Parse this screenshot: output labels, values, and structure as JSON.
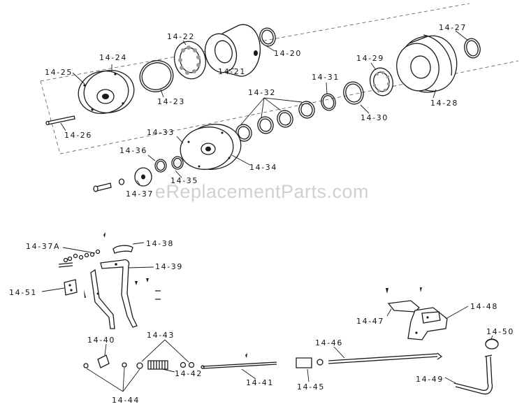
{
  "watermark": "eReplacementParts.com",
  "labels": [
    {
      "id": "14-20",
      "text": "14-20"
    },
    {
      "id": "14-21",
      "text": "14-21"
    },
    {
      "id": "14-22",
      "text": "14-22"
    },
    {
      "id": "14-23",
      "text": "14-23"
    },
    {
      "id": "14-24",
      "text": "14-24"
    },
    {
      "id": "14-25",
      "text": "14-25"
    },
    {
      "id": "14-26",
      "text": "14-26"
    },
    {
      "id": "14-27",
      "text": "14-27"
    },
    {
      "id": "14-28",
      "text": "14-28"
    },
    {
      "id": "14-29",
      "text": "14-29"
    },
    {
      "id": "14-30",
      "text": "14-30"
    },
    {
      "id": "14-31",
      "text": "14-31"
    },
    {
      "id": "14-32",
      "text": "14-32"
    },
    {
      "id": "14-33",
      "text": "14-33"
    },
    {
      "id": "14-34",
      "text": "14-34"
    },
    {
      "id": "14-35",
      "text": "14-35"
    },
    {
      "id": "14-36",
      "text": "14-36"
    },
    {
      "id": "14-37",
      "text": "14-37"
    },
    {
      "id": "14-37A",
      "text": "14-37A"
    },
    {
      "id": "14-38",
      "text": "14-38"
    },
    {
      "id": "14-39",
      "text": "14-39"
    },
    {
      "id": "14-40",
      "text": "14-40"
    },
    {
      "id": "14-41",
      "text": "14-41"
    },
    {
      "id": "14-42",
      "text": "14-42"
    },
    {
      "id": "14-43",
      "text": "14-43"
    },
    {
      "id": "14-44",
      "text": "14-44"
    },
    {
      "id": "14-45",
      "text": "14-45"
    },
    {
      "id": "14-46",
      "text": "14-46"
    },
    {
      "id": "14-47",
      "text": "14-47"
    },
    {
      "id": "14-48",
      "text": "14-48"
    },
    {
      "id": "14-49",
      "text": "14-49"
    },
    {
      "id": "14-50",
      "text": "14-50"
    },
    {
      "id": "14-51",
      "text": "14-51"
    }
  ]
}
